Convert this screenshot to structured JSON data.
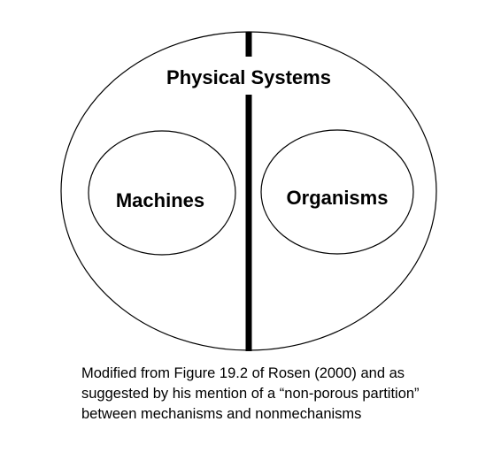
{
  "diagram": {
    "outer_label": "Physical Systems",
    "left_label": "Machines",
    "right_label": "Organisms",
    "stroke_color": "#000000",
    "background_color": "#ffffff"
  },
  "caption": {
    "lines": [
      "Modified from Figure 19.2 of Rosen (2000) and as",
      "suggested by his mention of a “non-porous partition”",
      "between mechanisms and nonmechanisms"
    ]
  }
}
